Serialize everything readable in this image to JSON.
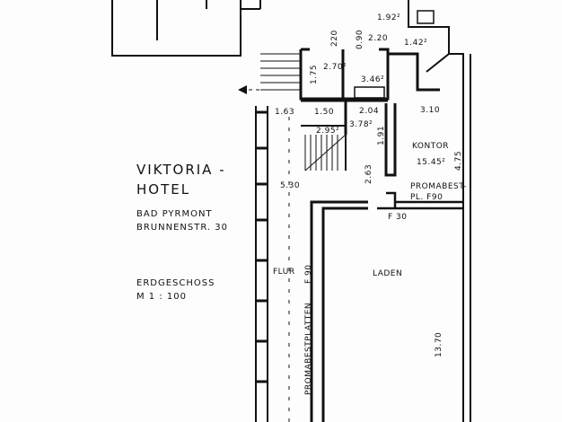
{
  "title_block": {
    "name_line1": "VIKTORIA -",
    "name_line2": "HOTEL",
    "city": "BAD PYRMONT",
    "street": "BRUNNENSTR. 30",
    "floor": "ERDGESCHOSS",
    "scale": "M 1 : 100"
  },
  "rooms": {
    "office": "KONTOR",
    "office_area": "15.45²",
    "corridor": "FLUR",
    "shop": "LADEN"
  },
  "annotations": {
    "promabest_1": "PROMABEST-",
    "promabest_2": "PL. F90",
    "f30": "F 30",
    "f90": "F 90",
    "promabestplatten": "PROMABESTPLATTEN"
  },
  "dimensions": {
    "d192": "1.92²",
    "d220v": "220",
    "d090": "0.90",
    "d220": "2.20",
    "d142": "1.42²",
    "d175": "1.75",
    "d270": "2.70²",
    "d346": "3.46²",
    "d163": "1.63",
    "d150": "1.50",
    "d204": "2.04",
    "d310": "3.10",
    "d295": "2.95²",
    "d378": "3.78²",
    "d191": "1.91",
    "d475": "4.75",
    "d530": "5.30",
    "d263": "2.63",
    "d1370": "13.70"
  }
}
